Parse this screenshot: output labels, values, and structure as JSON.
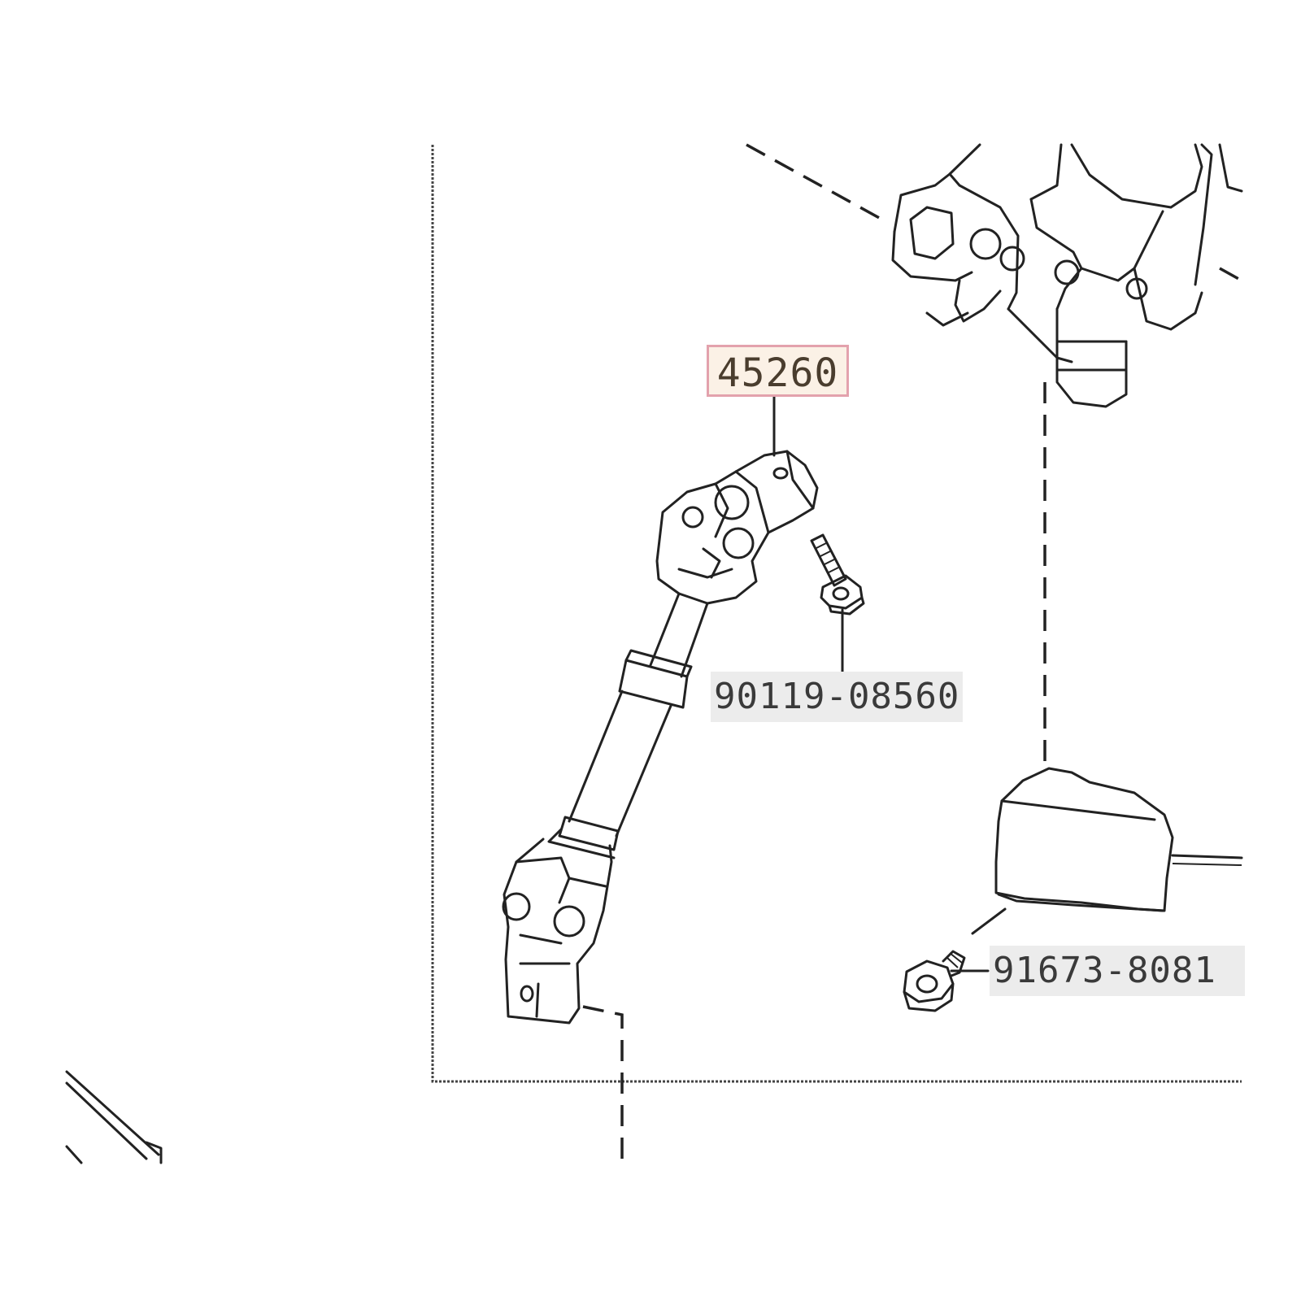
{
  "callouts": {
    "main_part": "45260",
    "bolt": "90119-08560",
    "screw": "91673-8081"
  },
  "colors": {
    "highlight_fill": "#fbf1e6",
    "highlight_border": "#e3a2ad",
    "label_background": "#ececec",
    "line": "#222222"
  }
}
